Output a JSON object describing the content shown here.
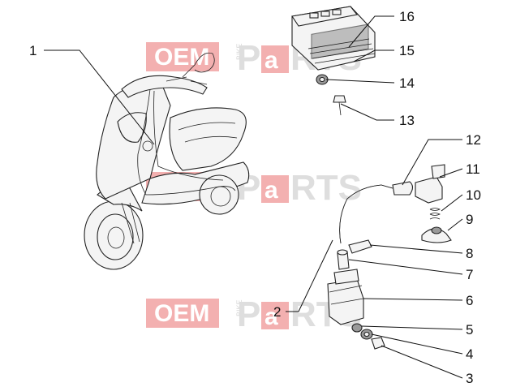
{
  "diagram": {
    "watermark": {
      "oem": "OEM",
      "bike": "BIKE",
      "p": "P",
      "a": "a",
      "rts": "RTS",
      "color_box": "#f2a3a3"
    },
    "callouts": [
      "1",
      "2",
      "3",
      "4",
      "5",
      "6",
      "7",
      "8",
      "9",
      "10",
      "11",
      "12",
      "13",
      "14",
      "15",
      "16"
    ]
  }
}
